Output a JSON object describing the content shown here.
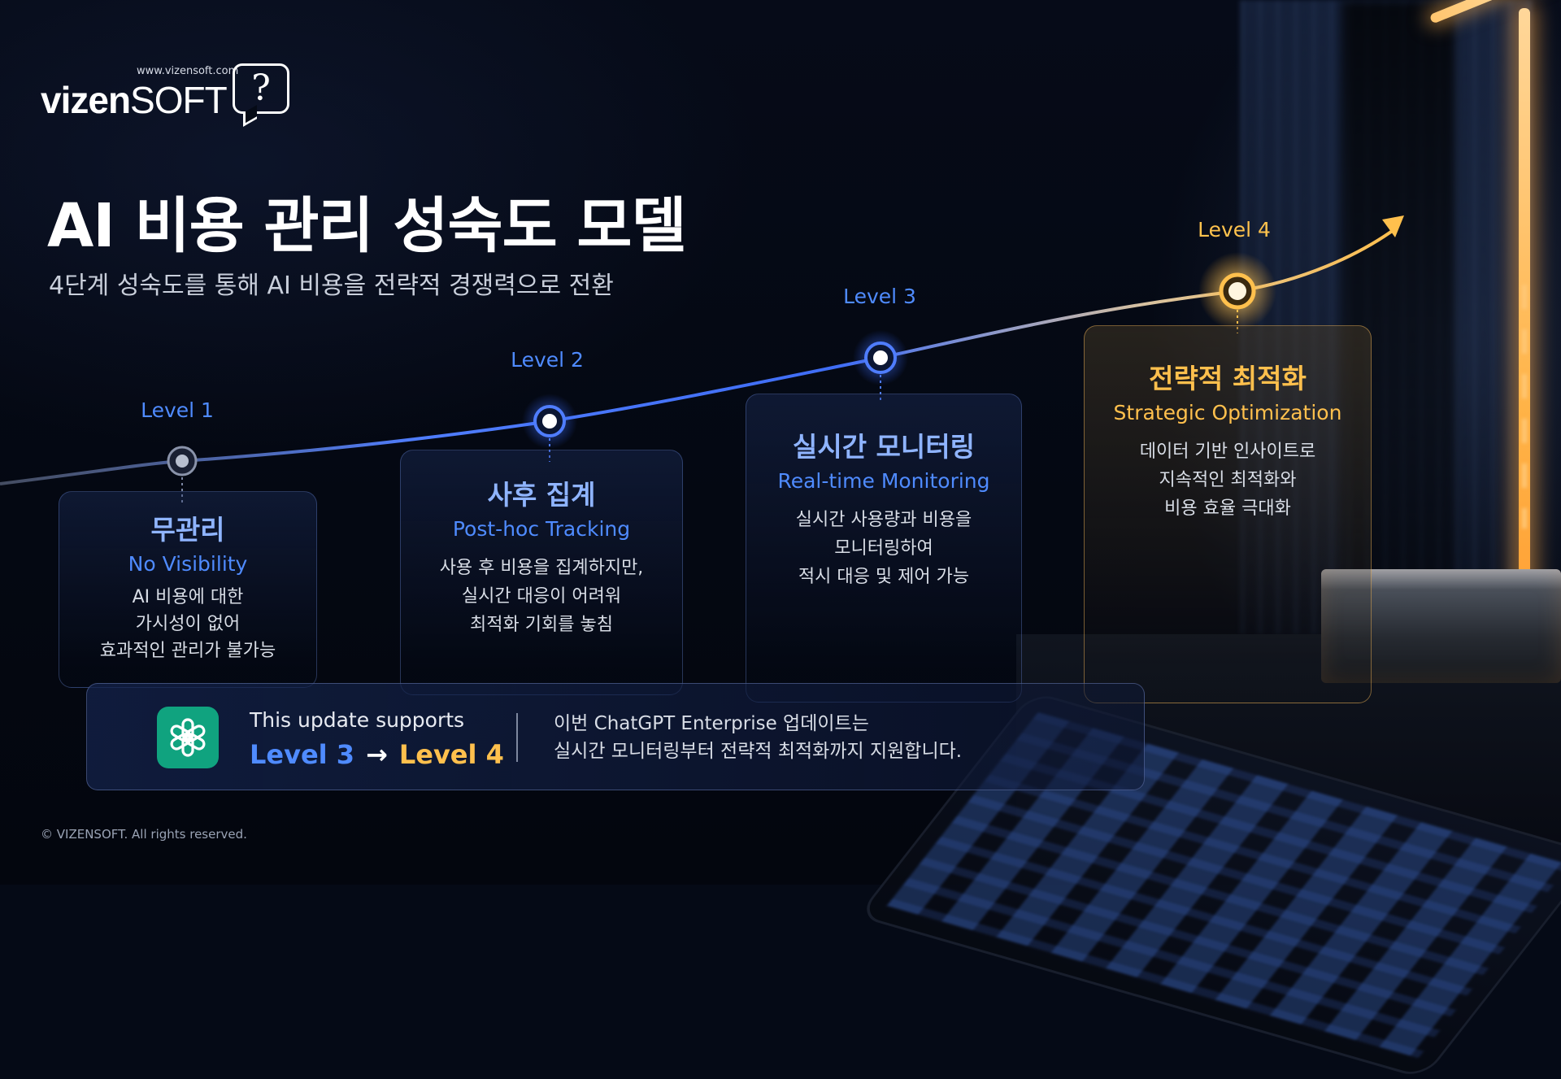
{
  "logo": {
    "url": "www.vizensoft.com",
    "word_bold": "vizen",
    "word_light": "SOFT",
    "bubble_glyph": "?"
  },
  "title": "AI 비용 관리 성숙도 모델",
  "subtitle": "4단계 성숙도를 통해 AI 비용을 전략적 경쟁력으로 전환",
  "levels": [
    {
      "label": "Level 1",
      "title_ko": "무관리",
      "title_en": "No Visibility",
      "desc": [
        "AI 비용에 대한",
        "가시성이 없어",
        "효과적인 관리가 불가능"
      ]
    },
    {
      "label": "Level 2",
      "title_ko": "사후 집계",
      "title_en": "Post-hoc Tracking",
      "desc": [
        "사용 후 비용을 집계하지만,",
        "실시간 대응이 어려워",
        "최적화 기회를 놓침"
      ]
    },
    {
      "label": "Level 3",
      "title_ko": "실시간 모니터링",
      "title_en": "Real-time Monitoring",
      "desc": [
        "실시간 사용량과 비용을",
        "모니터링하여",
        "적시 대응 및 제어 가능"
      ]
    },
    {
      "label": "Level 4",
      "title_ko": "전략적 최적화",
      "title_en": "Strategic Optimization",
      "desc": [
        "데이터 기반 인사이트로",
        "지속적인 최적화와",
        "비용 효율 극대화"
      ]
    }
  ],
  "banner": {
    "icon": "chatgpt-logo-icon",
    "support_text": "This update supports",
    "from_level": "Level 3",
    "arrow": "→",
    "to_level": "Level 4",
    "message": [
      "이번 ChatGPT Enterprise 업데이트는",
      "실시간 모니터링부터 전략적 최적화까지 지원합니다."
    ]
  },
  "copyright": "© VIZENSOFT. All rights reserved.",
  "colors": {
    "background": "#050a16",
    "blue_accent": "#4f8bff",
    "gold_accent": "#ffc04d",
    "chatgpt_green": "#10a37f"
  }
}
